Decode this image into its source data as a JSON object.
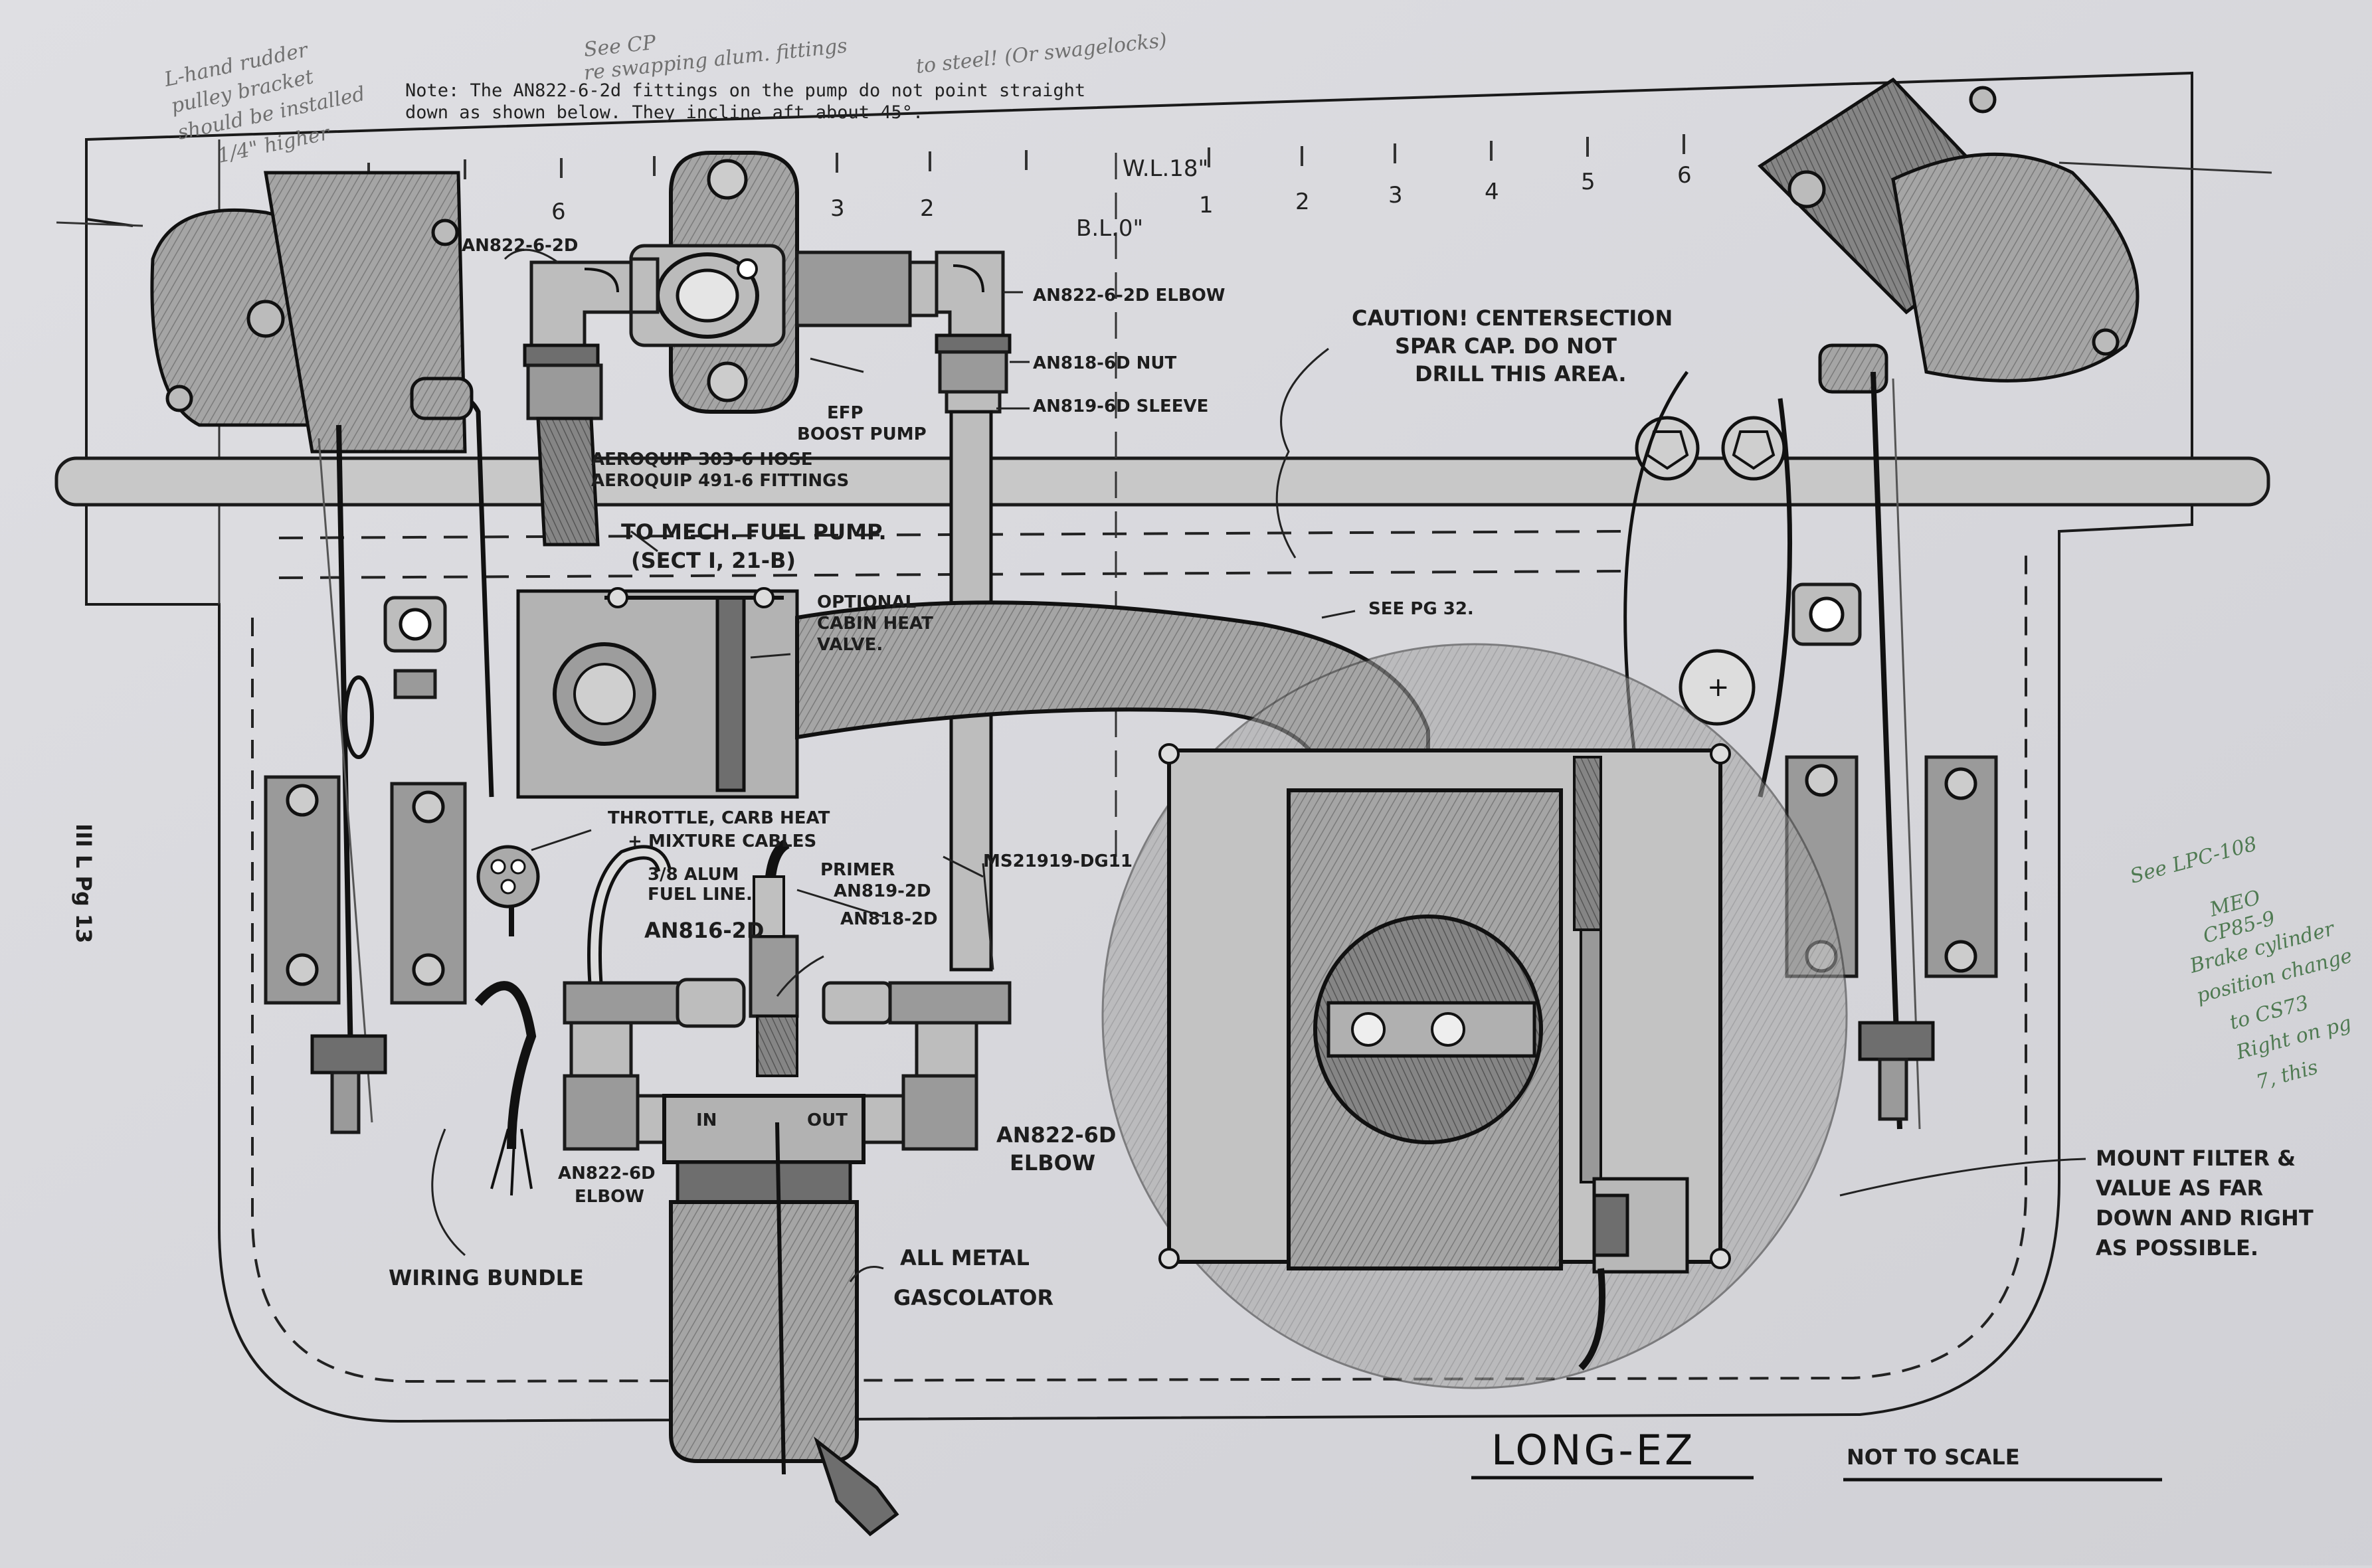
{
  "notes": {
    "typed_line1": "Note: The AN822-6-2d fittings on the pump do not point straight",
    "typed_line2": "down as shown below.  They incline aft about 45°.",
    "hand_topleft_1": "L-hand rudder",
    "hand_topleft_2": "pulley bracket",
    "hand_topleft_3": "should be installed",
    "hand_topleft_4": "1/4\" higher",
    "hand_top_1": "See CP",
    "hand_top_2": "re swapping alum. fittings",
    "hand_top_3": "to steel! (Or swagelocks)",
    "hand_right_1": "See LPC-108",
    "hand_right_2": "MEO",
    "hand_right_3": "CP85-9",
    "hand_right_4": "Brake cylinder",
    "hand_right_5": "position change",
    "hand_right_6": "to CS73",
    "hand_right_7": "Right on pg",
    "hand_right_8": "7, this"
  },
  "ruler": {
    "wl_label": "W.L.18\"",
    "bl_label": "B.L.0\"",
    "left_numbers": [
      "6",
      "3",
      "2"
    ],
    "right_numbers": [
      "1",
      "2",
      "3",
      "4",
      "5",
      "6"
    ]
  },
  "labels": {
    "an822_left_top": "AN822-6-2D",
    "an822_right_top": "AN822-6-2D ELBOW",
    "an818_nut": "AN818-6D NUT",
    "an819_sleeve": "AN819-6D SLEEVE",
    "efp_1": "EFP",
    "efp_2": "BOOST PUMP",
    "hose_1": "AEROQUIP 303-6 HOSE",
    "hose_2": "AEROQUIP 491-6 FITTINGS",
    "mech_1": "TO MECH. FUEL PUMP.",
    "mech_2": "(SECT I,   21-B)",
    "optional_1": "OPTIONAL",
    "optional_2": "CABIN HEAT",
    "optional_3": "VALVE.",
    "caution_1": "CAUTION! CENTERSECTION",
    "caution_2": "SPAR CAP.  DO NOT",
    "caution_3": "DRILL THIS AREA.",
    "see_pg": "SEE PG 32.",
    "throttle_1": "THROTTLE, CARB HEAT",
    "throttle_2": "+ MIXTURE CABLES",
    "alum_1": "3/8 ALUM",
    "alum_2": "FUEL LINE.",
    "primer": "PRIMER",
    "an819_2d": "AN819-2D",
    "an818_2d": "AN818-2D",
    "an816_2d": "AN816-2D",
    "ms21919": "MS21919-DG11",
    "an822_elbow_right_1": "AN822-6D",
    "an822_elbow_right_2": "ELBOW",
    "an822_elbow_left_1": "AN822-6D",
    "an822_elbow_left_2": "ELBOW",
    "in": "IN",
    "out": "OUT",
    "wiring": "WIRING BUNDLE",
    "gascolator_1": "ALL METAL",
    "gascolator_2": "GASCOLATOR",
    "mount_1": "MOUNT FILTER &",
    "mount_2": "VALUE AS FAR",
    "mount_3": "DOWN AND RIGHT",
    "mount_4": "AS POSSIBLE.",
    "long_ez": "LONG-EZ",
    "not_to_scale": "NOT TO SCALE",
    "side_note": "III L  Pg 13"
  },
  "colors": {
    "paper": "#d8d8dc",
    "ink": "#1a1a1a",
    "shade": "#9a9a9a",
    "pencil_green": "#4f7a52",
    "pencil_gray": "#707070"
  }
}
